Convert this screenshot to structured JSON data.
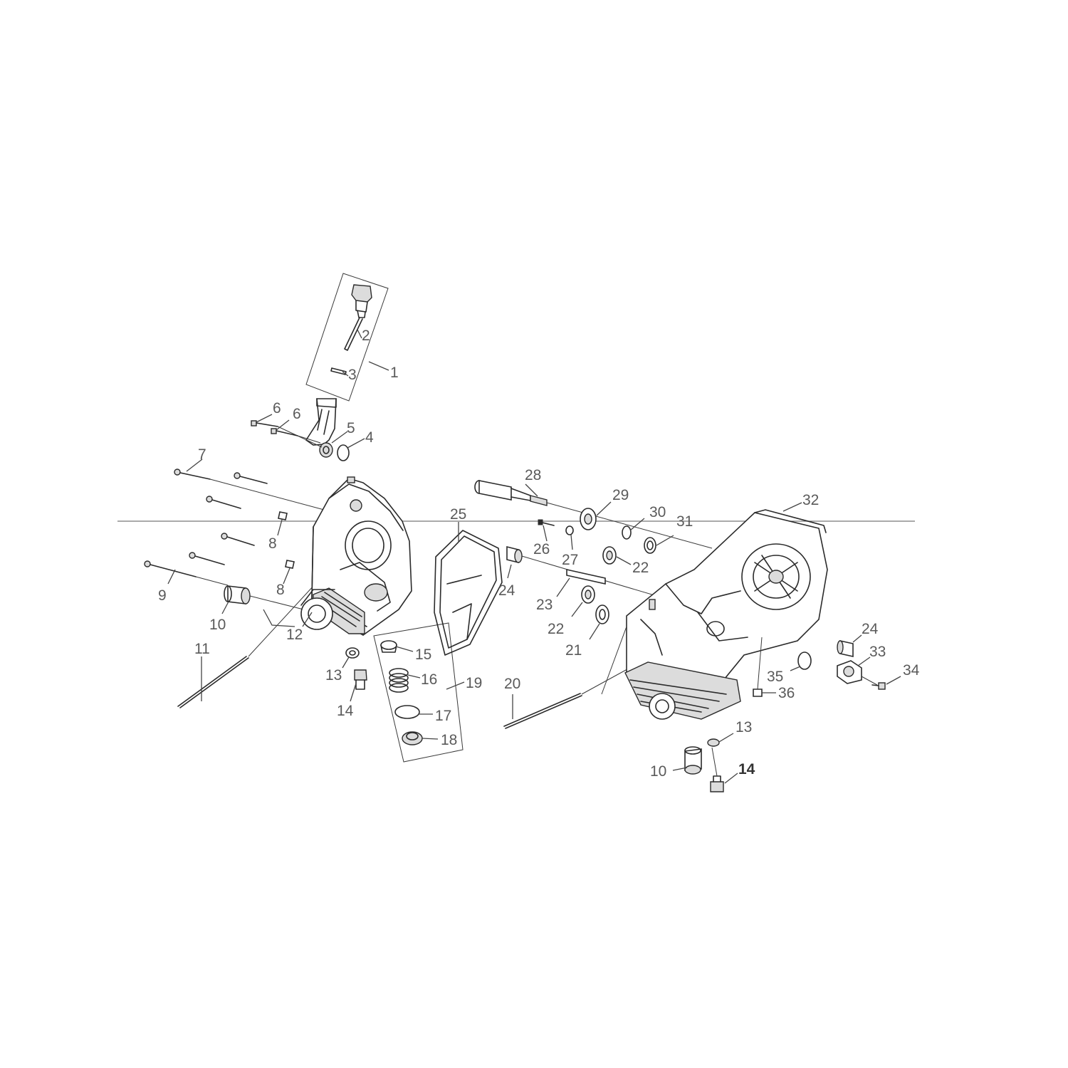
{
  "diagram": {
    "type": "exploded-parts-diagram",
    "labels": {
      "p1": "1",
      "p2": "2",
      "p3": "3",
      "p4": "4",
      "p5": "5",
      "p6a": "6",
      "p6b": "6",
      "p7": "7",
      "p8a": "8",
      "p8b": "8",
      "p9": "9",
      "p10a": "10",
      "p10b": "10",
      "p11": "11",
      "p12": "12",
      "p13a": "13",
      "p13b": "13",
      "p14a": "14",
      "p14b": "14",
      "p15": "15",
      "p16": "16",
      "p17": "17",
      "p18": "18",
      "p19": "19",
      "p20": "20",
      "p21": "21",
      "p22a": "22",
      "p22b": "22",
      "p23": "23",
      "p24a": "24",
      "p24b": "24",
      "p25": "25",
      "p26": "26",
      "p27": "27",
      "p28": "28",
      "p29": "29",
      "p30": "30",
      "p31": "31",
      "p32": "32",
      "p33": "33",
      "p34": "34",
      "p35": "35",
      "p36": "36"
    }
  }
}
